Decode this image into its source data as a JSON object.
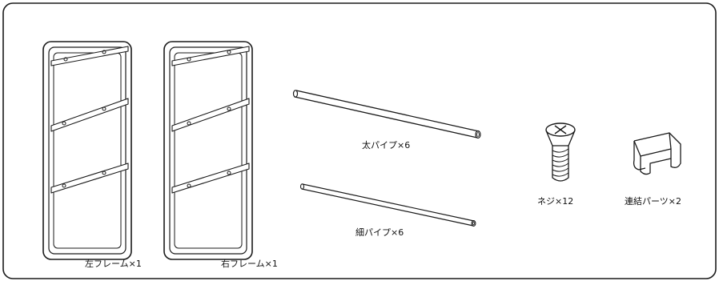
{
  "parts": {
    "left_frame": {
      "label": "左フレーム×1"
    },
    "right_frame": {
      "label": "右フレーム×1"
    },
    "thick_pipe": {
      "label": "太パイプ×6"
    },
    "thin_pipe": {
      "label": "細パイプ×6"
    },
    "screw": {
      "label": "ネジ×12"
    },
    "connector": {
      "label": "連結パーツ×2"
    }
  },
  "colors": {
    "line": "#1a1a1a",
    "background": "#ffffff"
  }
}
